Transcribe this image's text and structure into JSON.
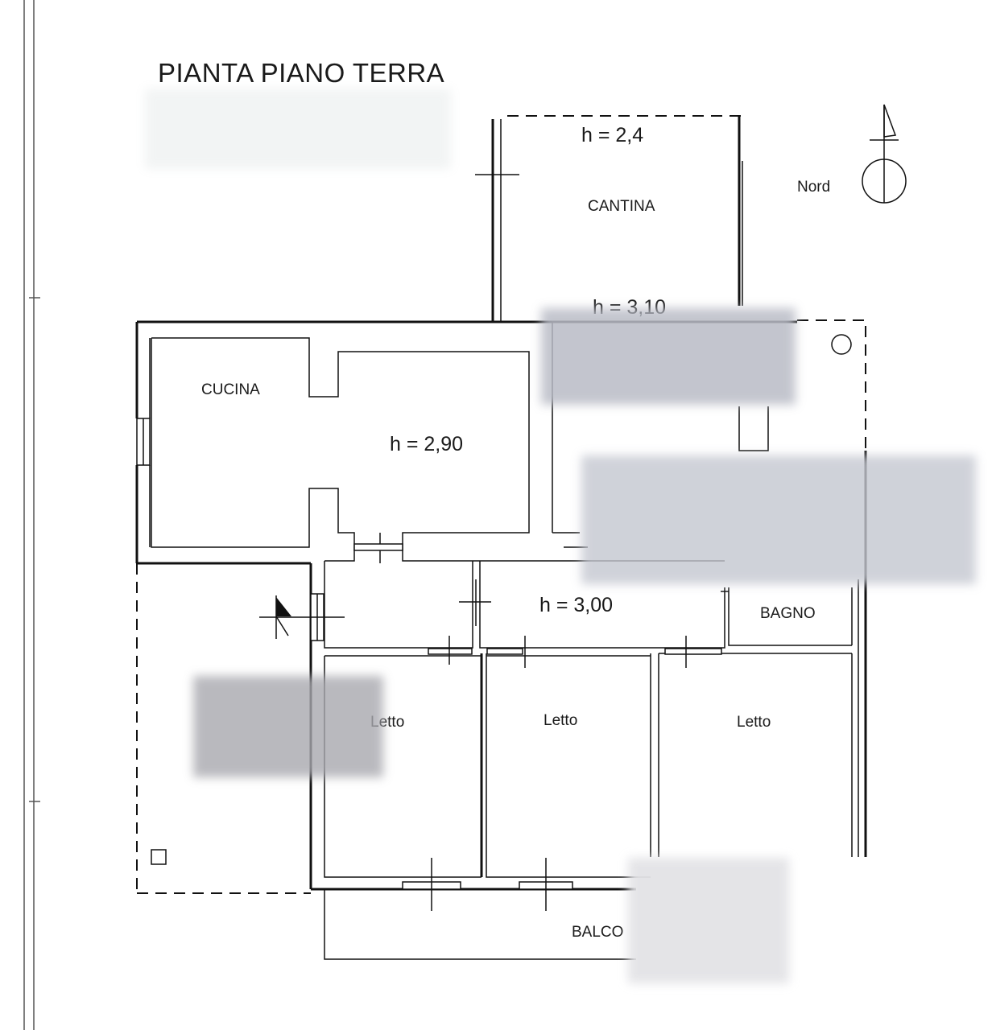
{
  "title": "PIANTA PIANO TERRA",
  "north_label": "Nord",
  "rooms": {
    "cantina": "CANTINA",
    "cucina": "CUCINA",
    "bagno": "BAGNO",
    "letto_1": "Letto",
    "letto_2": "Letto",
    "letto_3": "Letto",
    "balcone": "BALCO"
  },
  "heights": {
    "cantina": "h = 2,4",
    "cantina_lower": "h = 3,10",
    "cucina": "h = 2,90",
    "corridoio": "h = 3,00"
  },
  "colors": {
    "line": "#111111",
    "blur": "#b9bcc6",
    "background": "#ffffff"
  }
}
